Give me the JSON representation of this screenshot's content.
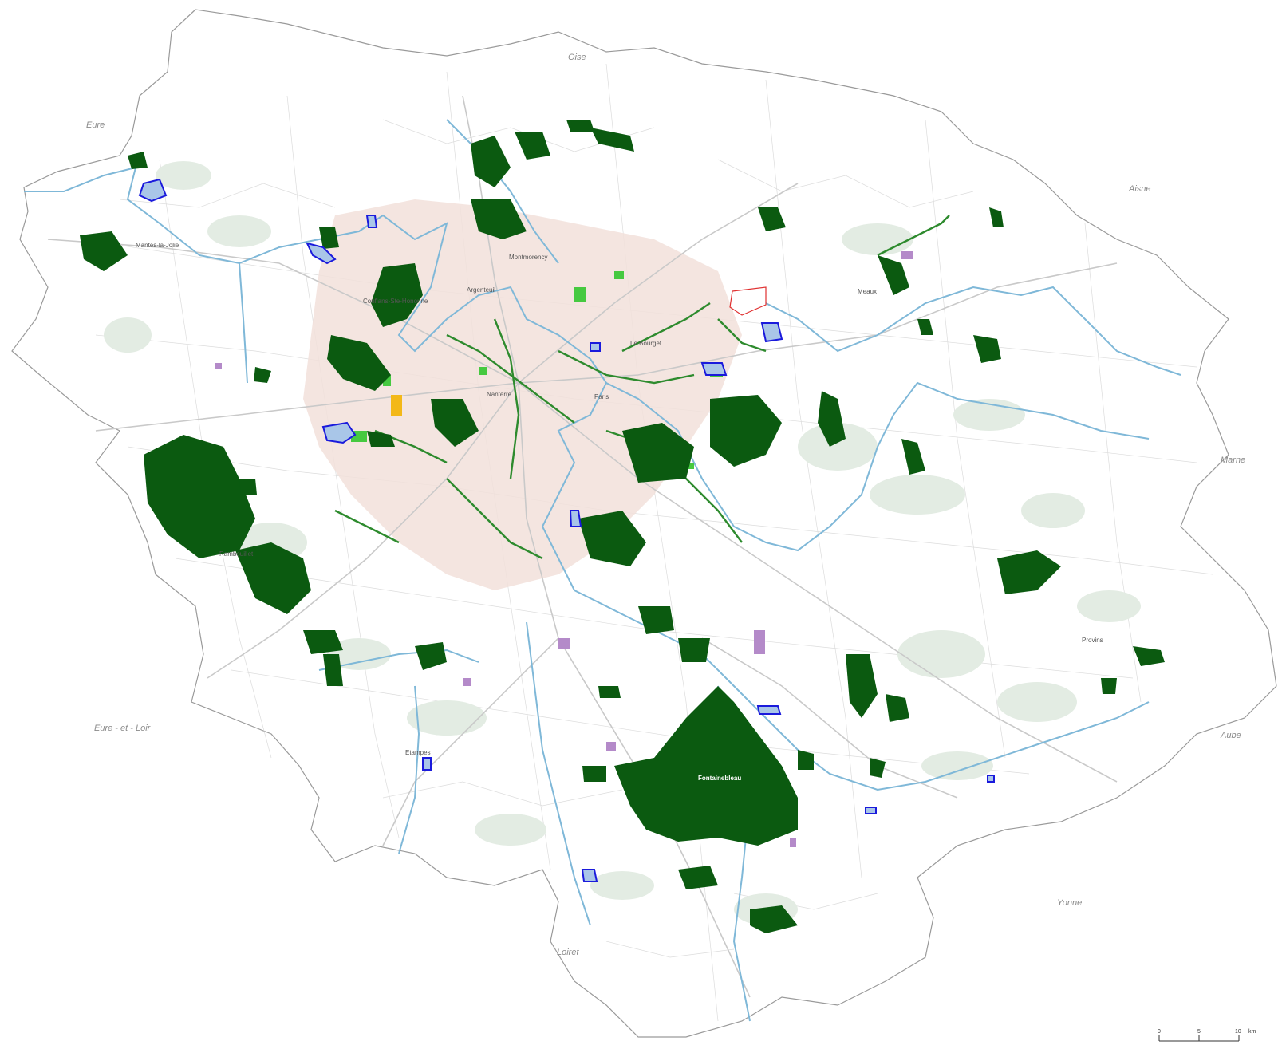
{
  "map": {
    "colors": {
      "background": "#ffffff",
      "region_fill": "#ffffff",
      "region_border": "#9a9a9a",
      "commune_lines": "#d4d4d4",
      "urban": "#f2e0da",
      "light_green": "#e3ece3",
      "forest": "#0b5a10",
      "green_corridor": "#2e8b2e",
      "bright_green": "#46c940",
      "water_river": "#7fb8d8",
      "water_body": "#1a1adc",
      "water_body_fill": "#a9c6e8",
      "roads": "#c9c9c9",
      "purple_sites": "#b48ac9",
      "red_outline": "#e03030",
      "yellow_site": "#f3b818"
    },
    "departments": [
      {
        "id": "oise",
        "label": "Oise"
      },
      {
        "id": "eure",
        "label": "Eure"
      },
      {
        "id": "aisne",
        "label": "Aisne"
      },
      {
        "id": "marne",
        "label": "Marne"
      },
      {
        "id": "aube",
        "label": "Aube"
      },
      {
        "id": "yonne",
        "label": "Yonne"
      },
      {
        "id": "loiret",
        "label": "Loiret"
      },
      {
        "id": "eure-et-loir",
        "label": "Eure - et - Loir"
      }
    ],
    "cities": [
      {
        "id": "mantes",
        "label": "Mantes-la-Jolie"
      },
      {
        "id": "montmorency",
        "label": "Montmorency"
      },
      {
        "id": "argenteuil",
        "label": "Argenteuil"
      },
      {
        "id": "conflans",
        "label": "Conflans-Ste-Honorine"
      },
      {
        "id": "le-bourget",
        "label": "Le Bourget"
      },
      {
        "id": "paris",
        "label": "Paris"
      },
      {
        "id": "nanterre",
        "label": "Nanterre"
      },
      {
        "id": "rambouillet",
        "label": "Rambouillet"
      },
      {
        "id": "meaux",
        "label": "Meaux"
      },
      {
        "id": "provins",
        "label": "Provins"
      },
      {
        "id": "etampes",
        "label": "Etampes"
      },
      {
        "id": "fontainebleau",
        "label": "Fontainebleau"
      }
    ],
    "scale_bar": {
      "ticks": [
        "0",
        "5",
        "10"
      ],
      "unit": "km"
    }
  }
}
